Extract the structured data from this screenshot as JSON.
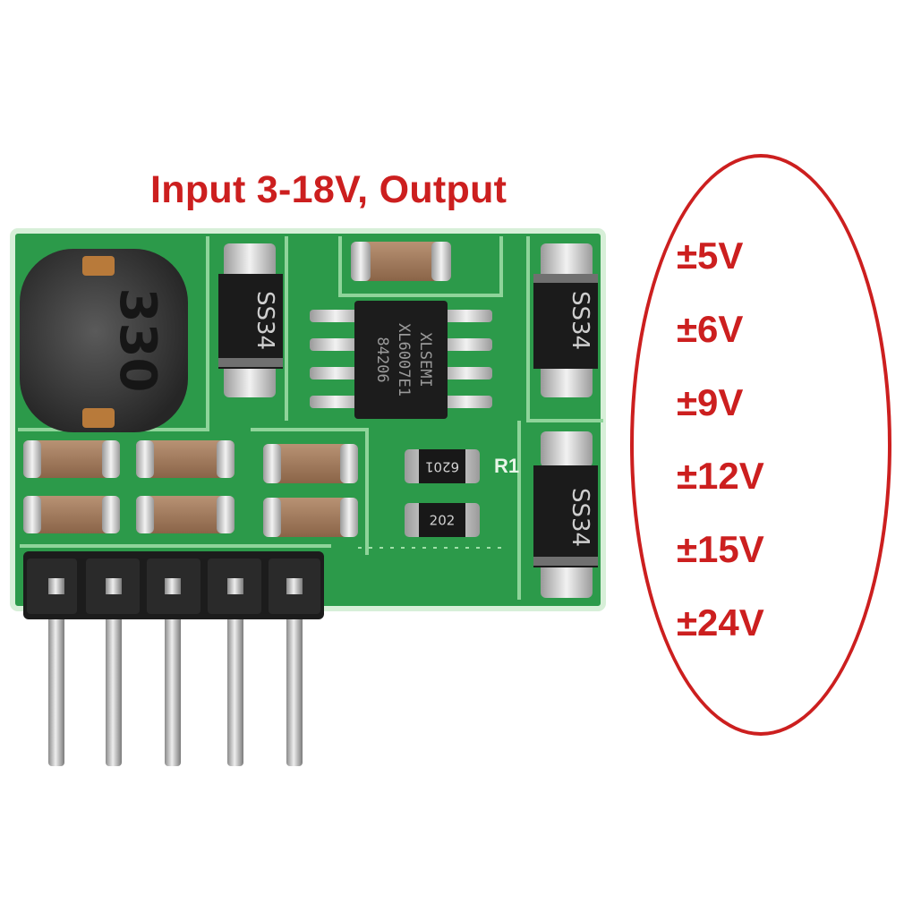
{
  "headline": "Input 3-18V, Output",
  "accent_color": "#cc1f1f",
  "output_voltages": [
    "±5V",
    "±6V",
    "±9V",
    "±12V",
    "±15V",
    "±24V"
  ],
  "board": {
    "inductor_marking": "330",
    "diode_marking": "SS34",
    "ic_marking_line1": "XLSEMI",
    "ic_marking_line2": "XL6007E1",
    "ic_marking_line3": "84206",
    "resistor_label": "R1",
    "resistor_1_marking": "6201",
    "resistor_2_marking": "202"
  }
}
